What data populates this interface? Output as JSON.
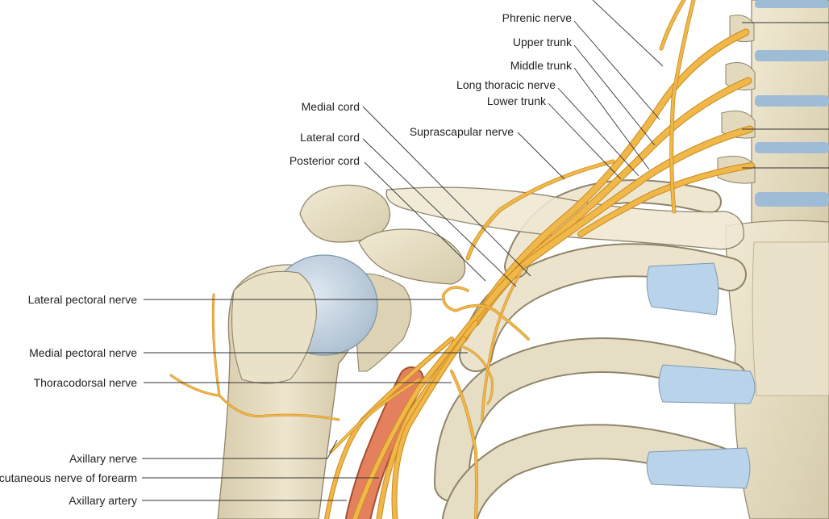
{
  "labels": {
    "phrenic": "Phrenic nerve",
    "upper_trunk": "Upper trunk",
    "middle_trunk": "Middle trunk",
    "long_thoracic": "Long thoracic nerve",
    "lower_trunk": "Lower trunk",
    "medial_cord": "Medial cord",
    "suprascapular": "Suprascapular nerve",
    "lateral_cord": "Lateral cord",
    "posterior_cord": "Posterior cord",
    "lateral_pectoral": "Lateral pectoral nerve",
    "medial_pectoral": "Medial pectoral nerve",
    "thoracodorsal": "Thoracodorsal nerve",
    "axillary_nerve": "Axillary nerve",
    "medial_cutaneous": "Medial cutaneous nerve of forearm",
    "axillary_artery": "Axillary artery"
  },
  "colors": {
    "bone": "#e7dfc6",
    "bone_shadow": "#c9bd9c",
    "bone_outline": "#8f846a",
    "cartilage": "#b9d3ea",
    "disc": "#9fbcd6",
    "nerve": "#f0b749",
    "nerve_dark": "#c98a22",
    "artery": "#e5805f",
    "leader": "#333333"
  }
}
